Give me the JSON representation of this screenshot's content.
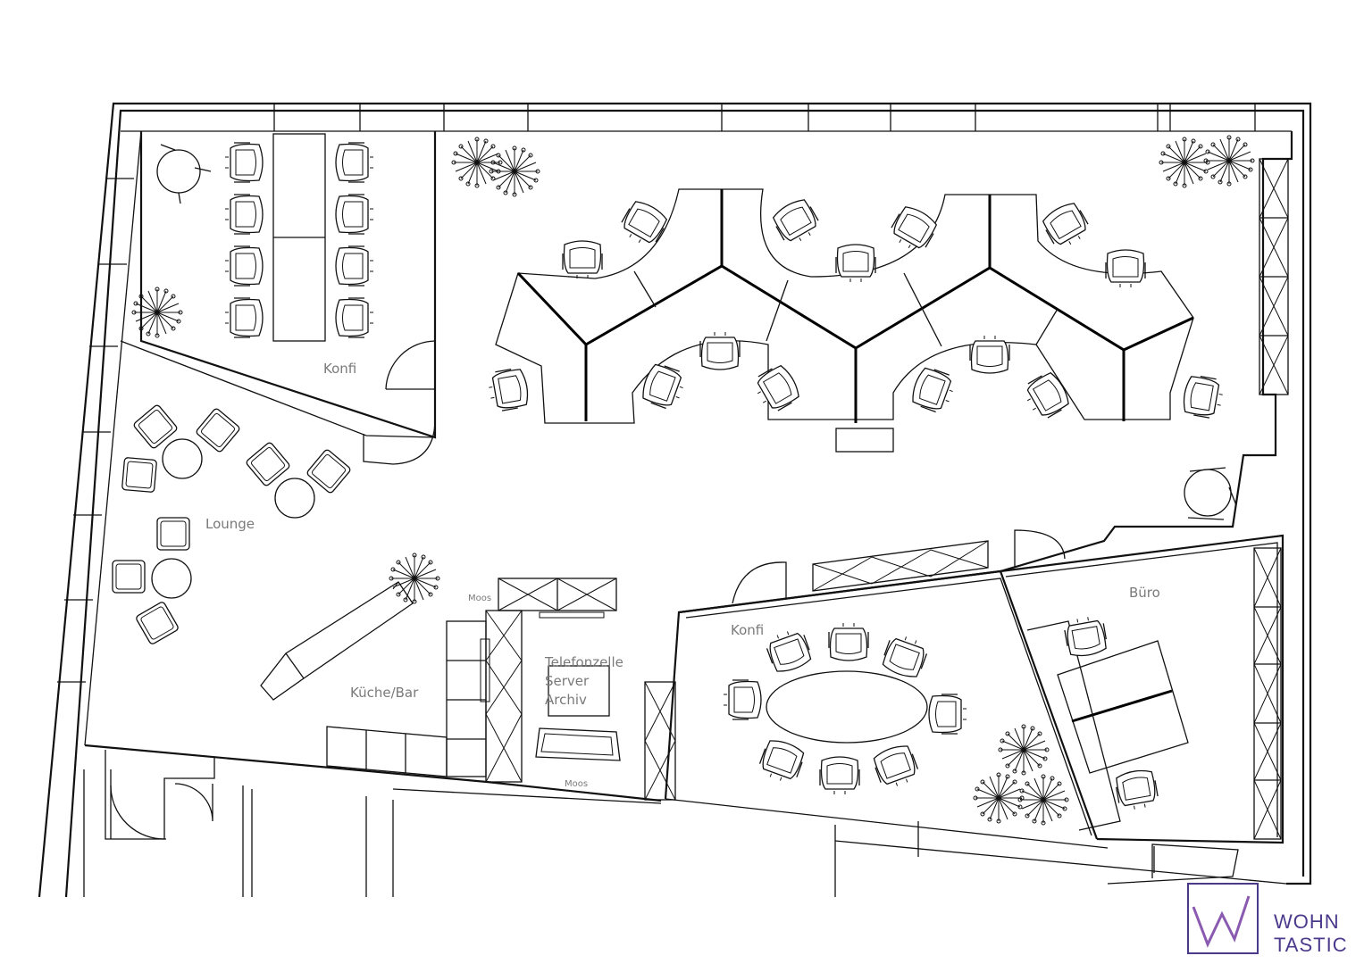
{
  "labels": {
    "konfi_top": "Konfi",
    "lounge": "Lounge",
    "kueche": "Küche/Bar",
    "telefonzelle": "Telefonzelle",
    "server": "Server",
    "archiv": "Archiv",
    "moos_top": "Moos",
    "moos_bottom": "Moos",
    "konfi_bottom": "Konfi",
    "buero": "Büro"
  },
  "logo": {
    "line1": "WOHN",
    "line2": "TASTIC",
    "color": "#4b3a8c",
    "accent": "#c04aa0"
  }
}
